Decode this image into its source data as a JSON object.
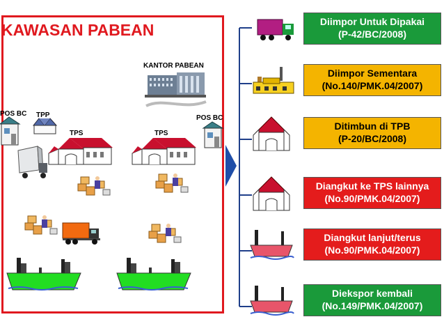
{
  "zone": {
    "title": "KAWASAN PABEAN",
    "labels": {
      "kantor": "KANTOR PABEAN",
      "pos_bc_left": "POS BC",
      "tpp": "TPP",
      "tps_left": "TPS",
      "tps_right": "TPS",
      "pos_bc_right": "POS BC"
    }
  },
  "destinations": [
    {
      "line1": "Diimpor Untuk Dipakai",
      "line2": "(P-42/BC/2008)",
      "color": "#1a9a3a",
      "icon": "truck-icon"
    },
    {
      "line1": "Diimpor Sementara",
      "line2": "(No.140/PMK.04/2007)",
      "color": "#f4b400",
      "icon": "factory-icon"
    },
    {
      "line1": "Ditimbun di TPB",
      "line2": "(P-20/BC/2008)",
      "color": "#f4b400",
      "icon": "warehouse-icon"
    },
    {
      "line1": "Diangkut ke TPS lainnya",
      "line2": "(No.90/PMK.04/2007)",
      "color": "#e41c1c",
      "icon": "warehouse-icon"
    },
    {
      "line1": "Diangkut lanjut/terus",
      "line2": "(No.90/PMK.04/2007)",
      "color": "#e41c1c",
      "icon": "ship-icon"
    },
    {
      "line1": "Diekspor kembali",
      "line2": "(No.149/PMK.04/2007)",
      "color": "#1a9a3a",
      "icon": "ship-icon"
    }
  ]
}
